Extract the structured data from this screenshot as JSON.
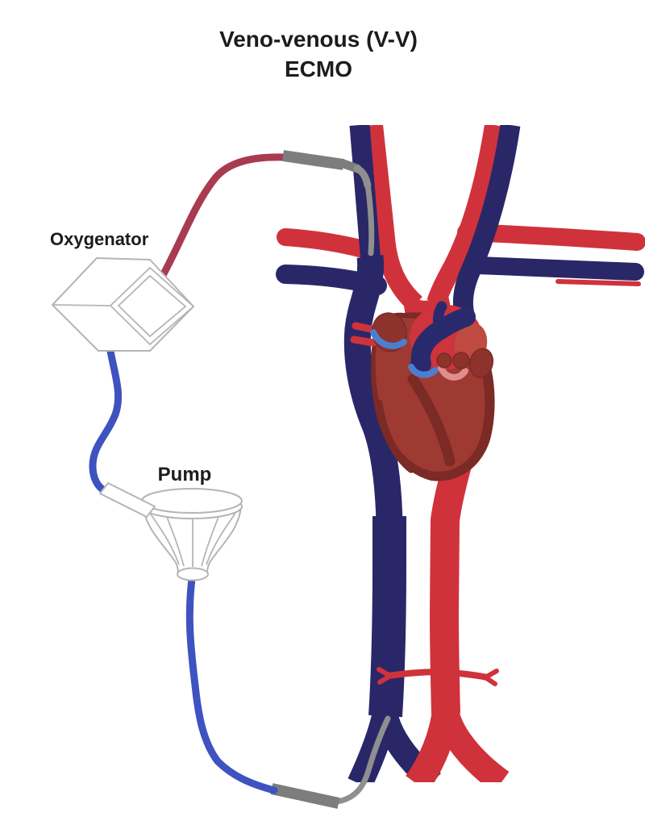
{
  "title": {
    "line1": "Veno-venous (V-V)",
    "line2": "ECMO"
  },
  "labels": {
    "oxygenator": "Oxygenator",
    "pump": "Pump"
  },
  "colors": {
    "background": "#ffffff",
    "text": "#1c1c1c",
    "artery_red": "#d0323c",
    "vein_navy": "#2a2768",
    "pa_navy": "#292a6e",
    "heart_base": "#7c2a26",
    "heart_inner": "#9e3a32",
    "heart_bright": "#cf333c",
    "heart_light": "#bf4a42",
    "heart_knob": "#8d332c",
    "valve_blue": "#4c7ed0",
    "pulm_pink": "#e28d8c",
    "return_tube": "#a83b50",
    "drainage_tube": "#3e53c0",
    "cannula_gray": "#8f8f8f",
    "connector_gray": "#7d7d7d",
    "device_stroke": "#b5b5b5"
  }
}
